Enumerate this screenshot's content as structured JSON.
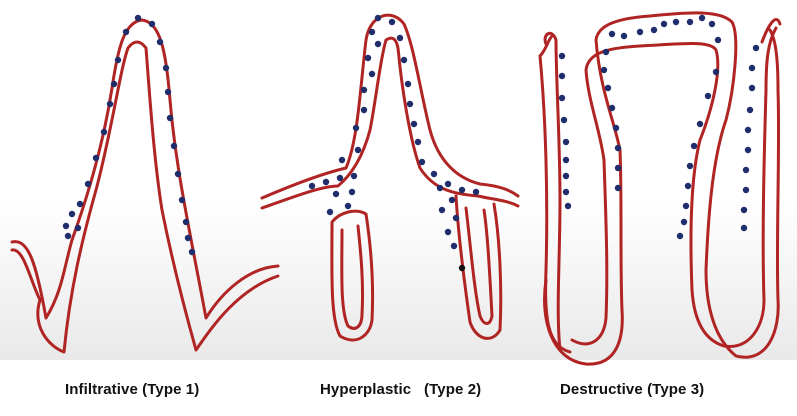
{
  "colors": {
    "wall": "#b02424",
    "cell": "#1f2d6b",
    "cell_dark": "#111111"
  },
  "panels": [
    {
      "id": "type1",
      "caption": "Infiltrative (Type 1)"
    },
    {
      "id": "type2",
      "caption": "Hyperplastic   (Type 2)"
    },
    {
      "id": "type3",
      "caption": "Destructive (Type 3)"
    }
  ]
}
